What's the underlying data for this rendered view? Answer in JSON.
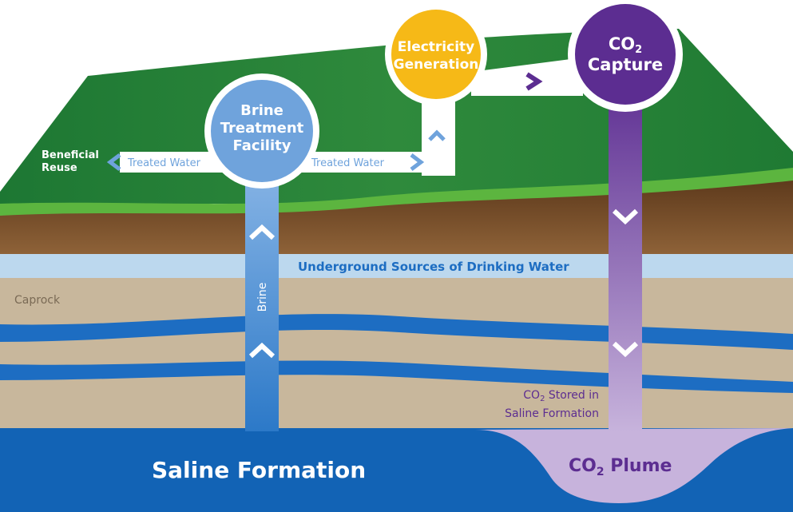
{
  "labels": {
    "electricity_line1": "Electricity",
    "electricity_line2": "Generation",
    "co2_capture_prefix": "CO",
    "co2_capture_sub": "2",
    "co2_capture_line2": "Capture",
    "brine_line1": "Brine",
    "brine_line2": "Treatment",
    "brine_line3": "Facility",
    "beneficial_line1": "Beneficial",
    "beneficial_line2": "Reuse",
    "treated_water_left": "Treated Water",
    "treated_water_right": "Treated Water",
    "usdw": "Underground Sources of Drinking Water",
    "caprock": "Caprock",
    "brine_pipe": "Brine",
    "stored_line1_prefix": "CO",
    "stored_line1_sub": "2",
    "stored_line1_rest": " Stored in",
    "stored_line2": "Saline Formation",
    "saline_formation": "Saline Formation",
    "plume_prefix": "CO",
    "plume_sub": "2",
    "plume_rest": " Plume"
  },
  "colors": {
    "land_green": "#2f8a3c",
    "land_green_dark": "#1f7a33",
    "land_green_light": "#4fae3b",
    "soil_brown": "#7d5430",
    "usdw_blue": "#bcd8ee",
    "caprock_tan": "#c8b79c",
    "aquifer_blue": "#1d6dc2",
    "saline_blue": "#1263b5",
    "electricity_yellow": "#f6b917",
    "co2_purple": "#5c2d91",
    "plume_lavender": "#c7b3dc",
    "brine_blue": "#6fa3dc"
  }
}
